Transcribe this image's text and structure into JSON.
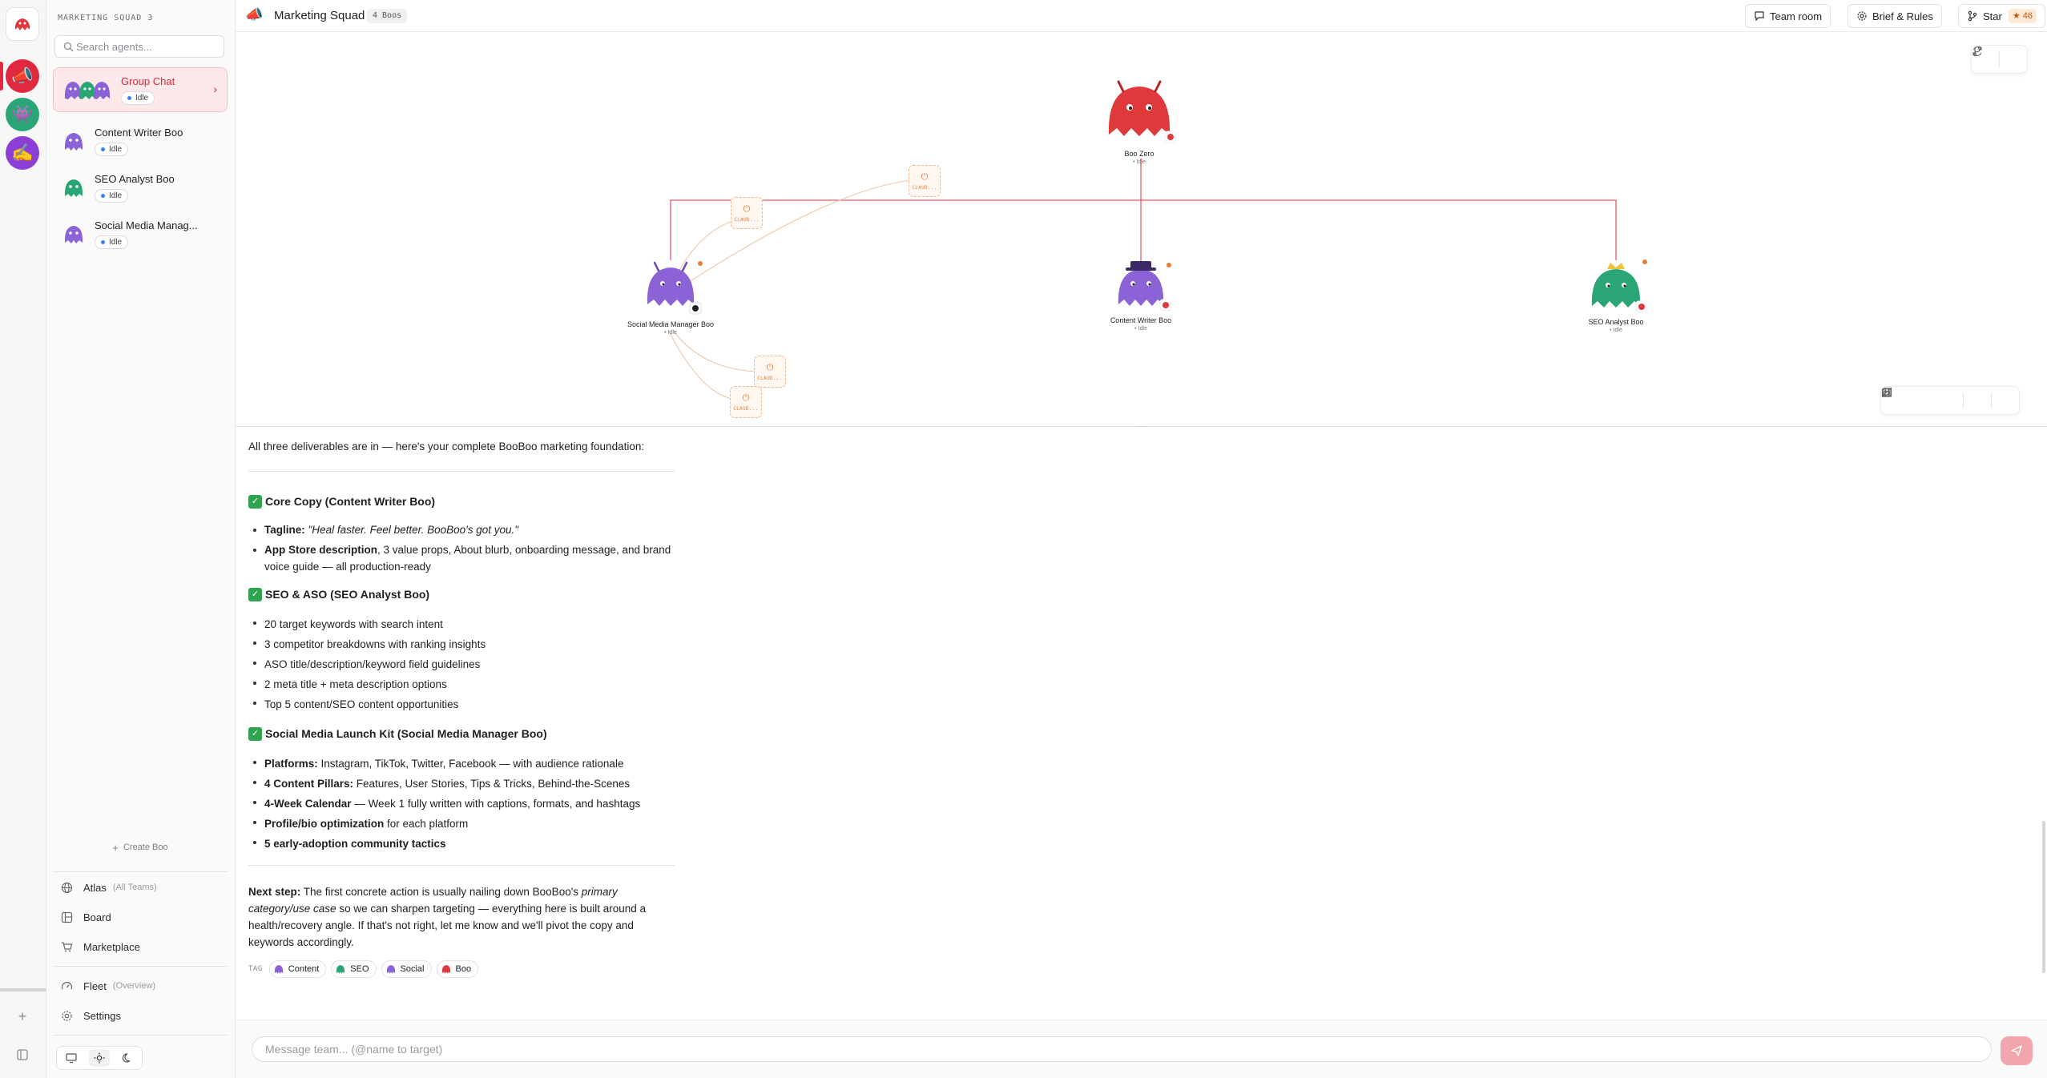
{
  "sidebar": {
    "squad_label": "MARKETING SQUAD",
    "squad_count": "3",
    "search_placeholder": "Search agents...",
    "agents": [
      {
        "name": "Group Chat",
        "status": "Idle"
      },
      {
        "name": "Content Writer Boo",
        "status": "Idle"
      },
      {
        "name": "SEO Analyst Boo",
        "status": "Idle"
      },
      {
        "name": "Social Media Manag...",
        "status": "Idle"
      }
    ],
    "create_label": "Create Boo",
    "nav": [
      {
        "label": "Atlas",
        "sub": "(All Teams)"
      },
      {
        "label": "Board",
        "sub": ""
      },
      {
        "label": "Marketplace",
        "sub": ""
      },
      {
        "label": "Fleet",
        "sub": "(Overview)"
      },
      {
        "label": "Settings",
        "sub": ""
      }
    ]
  },
  "header": {
    "title": "Marketing Squad",
    "count": "4 Boos",
    "team_room": "Team room",
    "brief_rules": "Brief & Rules",
    "star": "Star",
    "star_count": "46"
  },
  "canvas": {
    "nodes": [
      {
        "label": "Boo Zero",
        "status": "Idle",
        "color": "#e0393c"
      },
      {
        "label": "Social Media Manager Boo",
        "status": "Idle",
        "color": "#8b63d6"
      },
      {
        "label": "Content Writer Boo",
        "status": "Idle",
        "color": "#8b63d6"
      },
      {
        "label": "SEO Analyst Boo",
        "status": "Idle",
        "color": "#2aa676"
      }
    ],
    "tool_label": "CLAUD..."
  },
  "message": {
    "intro": "All three deliverables are in — here's your complete BooBoo marketing foundation:",
    "sections": [
      {
        "heading": "Core Copy (Content Writer Boo)",
        "items": [
          {
            "bold": "Tagline:",
            "rest": " \"Heal faster. Feel better. BooBoo's got you.\"",
            "italic": true
          },
          {
            "bold": "App Store description",
            "rest": ", 3 value props, About blurb, onboarding message, and brand voice guide — all production-ready",
            "italic": false
          }
        ]
      },
      {
        "heading": "SEO & ASO (SEO Analyst Boo)",
        "items": [
          {
            "bold": "",
            "rest": "20 target keywords with search intent",
            "italic": false
          },
          {
            "bold": "",
            "rest": "3 competitor breakdowns with ranking insights",
            "italic": false
          },
          {
            "bold": "",
            "rest": "ASO title/description/keyword field guidelines",
            "italic": false
          },
          {
            "bold": "",
            "rest": "2 meta title + meta description options",
            "italic": false
          },
          {
            "bold": "",
            "rest": "Top 5 content/SEO content opportunities",
            "italic": false
          }
        ]
      },
      {
        "heading": "Social Media Launch Kit (Social Media Manager Boo)",
        "items": [
          {
            "bold": "Platforms:",
            "rest": " Instagram, TikTok, Twitter, Facebook — with audience rationale",
            "italic": false
          },
          {
            "bold": "4 Content Pillars:",
            "rest": " Features, User Stories, Tips & Tricks, Behind-the-Scenes",
            "italic": false
          },
          {
            "bold": "4-Week Calendar",
            "rest": " — Week 1 fully written with captions, formats, and hashtags",
            "italic": false
          },
          {
            "bold": "Profile/bio optimization",
            "rest": " for each platform",
            "italic": false
          },
          {
            "bold": "5 early-adoption community tactics",
            "rest": "",
            "italic": false
          }
        ]
      }
    ],
    "next_step_bold": "Next step:",
    "next_step_a": " The first concrete action is usually nailing down BooBoo's ",
    "next_step_italic": "primary category/use case",
    "next_step_b": " so we can sharpen targeting — everything here is built around a health/recovery angle. If that's not right, let me know and we'll pivot the copy and keywords accordingly.",
    "tag_label": "TAG",
    "tags": [
      "Content",
      "SEO",
      "Social",
      "Boo"
    ]
  },
  "composer": {
    "placeholder": "Message team... (@name to target)"
  },
  "colors": {
    "accent": "#e0293f",
    "purple": "#8b63d6",
    "green": "#2aa676",
    "red": "#e0393c",
    "tool": "#e07f3a"
  }
}
